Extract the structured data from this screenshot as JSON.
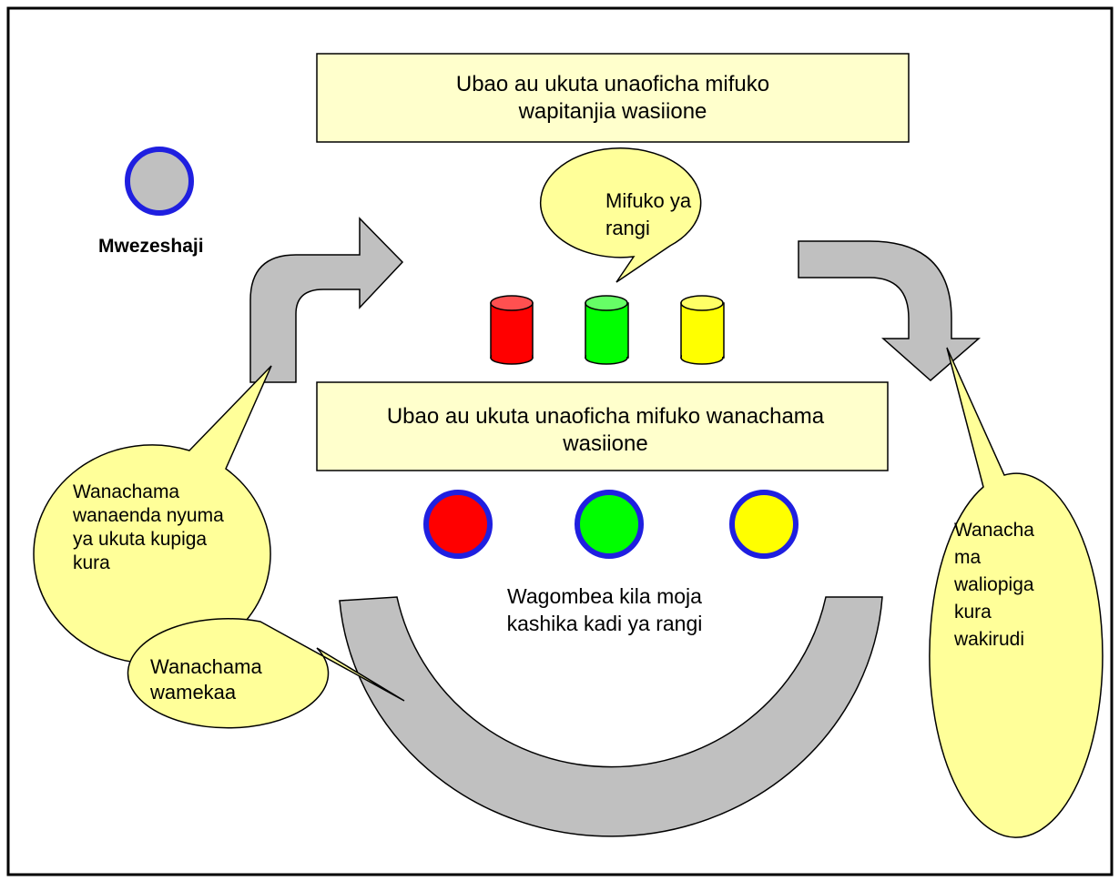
{
  "colors": {
    "box_fill": "#ffffcc",
    "bubble_fill": "#ffff99",
    "arrow_fill": "#c0c0c0",
    "ring_blue": "#1f1fe0",
    "red": "#ff0000",
    "green": "#00ff00",
    "yellow": "#ffff00",
    "gray": "#c0c0c0"
  },
  "top_board": {
    "text": "Ubao au ukuta unaoficha mifuko wapitanjia wasiione"
  },
  "middle_board": {
    "text": "Ubao au ukuta unaoficha mifuko wanachama wasiione"
  },
  "facilitator": {
    "label": "Mwezeshaji"
  },
  "bags_callout": {
    "text": "Mifuko ya rangi"
  },
  "candidates": {
    "text": "Wagombea kila moja kashika kadi ya rangi"
  },
  "callouts": {
    "going_to_vote": "Wanachama wanaenda nyuma ya ukuta kupiga kura",
    "returning": "Wanacha ma waliopiga kura wakirudi",
    "seated": "Wanachama wamekaa"
  }
}
